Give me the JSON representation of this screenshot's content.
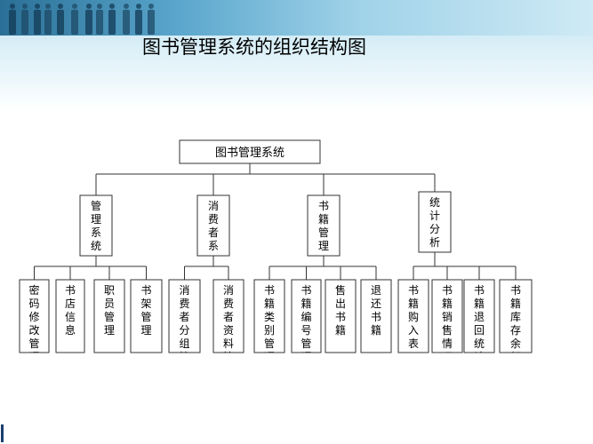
{
  "slide": {
    "title": "图书管理系统的组织结构图",
    "colors": {
      "banner_dark": "#2a6f96",
      "banner_light": "#dcf0f8",
      "line": "#333333"
    }
  },
  "tree": {
    "label": "图书管理系统",
    "children": [
      {
        "label": "管理系统",
        "children": [
          {
            "label": "密码修改管理"
          },
          {
            "label": "书店信息"
          },
          {
            "label": "职员管理"
          },
          {
            "label": "书架管理"
          }
        ]
      },
      {
        "label": "消费者系",
        "children": [
          {
            "label": "消费者分组管"
          },
          {
            "label": "消费者资料管"
          }
        ]
      },
      {
        "label": "书籍管理",
        "children": [
          {
            "label": "书籍类别管理"
          },
          {
            "label": "书籍编号管理"
          },
          {
            "label": "售出书籍"
          },
          {
            "label": "退还书籍"
          }
        ]
      },
      {
        "label": "统计分析",
        "children": [
          {
            "label": "书籍购入表"
          },
          {
            "label": "书籍销售情况"
          },
          {
            "label": "书籍退回统计"
          },
          {
            "label": "书籍库存余额"
          }
        ]
      }
    ]
  }
}
